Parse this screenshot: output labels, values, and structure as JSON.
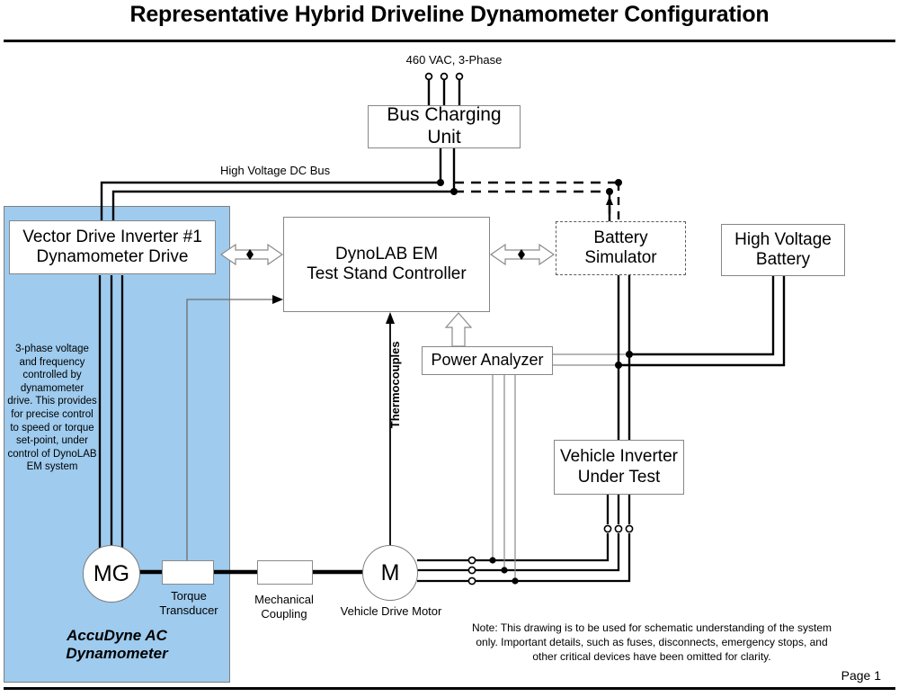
{
  "page": {
    "title": "Representative Hybrid Driveline Dynamometer Configuration",
    "page_number": "Page 1",
    "accent_blue": "#9ecbee",
    "line_color": "#000000",
    "box_border": "#868686"
  },
  "labels": {
    "supply": "460 VAC, 3-Phase",
    "hv_dc_bus": "High Voltage DC Bus",
    "thermocouples": "Thermocouples",
    "torque_transducer": "Torque\nTransducer",
    "torque_transducer_line1": "Torque",
    "torque_transducer_line2": "Transducer",
    "mechanical_coupling_line1": "Mechanical",
    "mechanical_coupling_line2": "Coupling",
    "vehicle_drive_motor": "Vehicle Drive Motor",
    "dynamometer_title_line1": "AccuDyne AC",
    "dynamometer_title_line2": "Dynamometer"
  },
  "boxes": {
    "bus_charging_unit": "Bus Charging Unit",
    "vector_drive_line1": "Vector Drive Inverter #1",
    "vector_drive_line2": "Dynamometer Drive",
    "controller_line1": "DynoLAB EM",
    "controller_line2": "Test Stand Controller",
    "battery_simulator_line1": "Battery",
    "battery_simulator_line2": "Simulator",
    "high_voltage_battery_line1": "High Voltage",
    "high_voltage_battery_line2": "Battery",
    "vehicle_inverter_line1": "Vehicle Inverter",
    "vehicle_inverter_line2": "Under Test",
    "power_analyzer": "Power Analyzer"
  },
  "machines": {
    "motor_generator_symbol": "MG",
    "vehicle_motor_symbol": "M"
  },
  "panel_note": "3-phase voltage and  frequency controlled by dynamometer drive. This provides for precise control to speed or torque set-point, under control of DynoLAB EM system",
  "footer_note": "Note: This drawing is to be used for schematic understanding of the system only. Important details, such as fuses, disconnects, emergency stops, and other critical devices have been omitted for clarity."
}
